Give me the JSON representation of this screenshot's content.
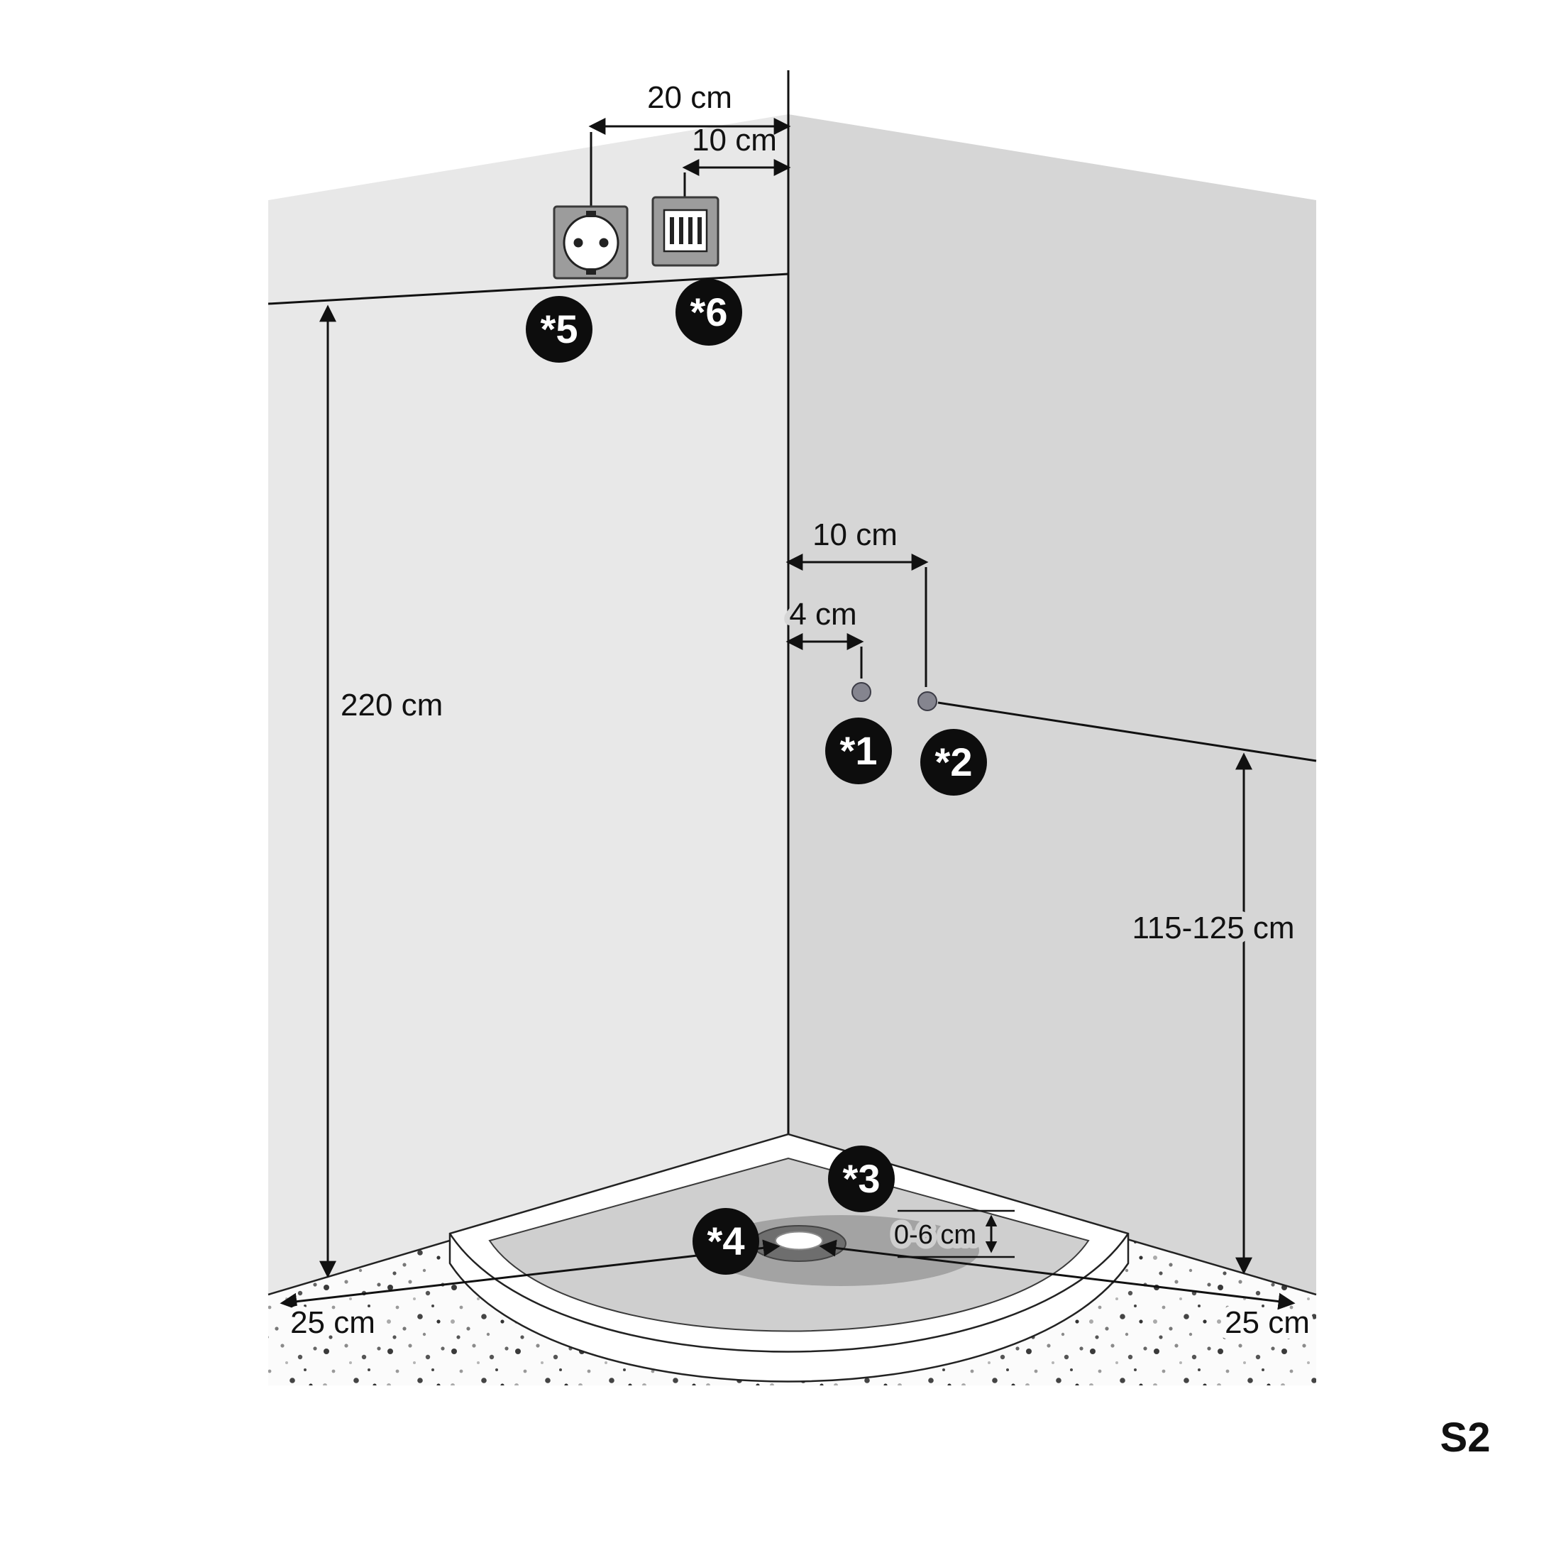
{
  "diagram": {
    "code": "S2",
    "colors": {
      "accent": "#cd1f2d",
      "wall_left": "#e8e8e8",
      "wall_right": "#d6d6d6",
      "floor_base": "#fbfbfb",
      "tray_rim": "#ffffff",
      "tray_floor": "#cfcfcf",
      "drain_zone": "#a3a3a3",
      "marker_bg": "#0d0d0d"
    },
    "dimensions": {
      "socket_to_corner": "20 cm",
      "switch_to_corner": "10 cm",
      "wall_height": "220 cm",
      "supply_to_corner": "10 cm",
      "outlet_to_corner": "4 cm",
      "supply_height": "115-125 cm",
      "tray_depth": "0-6 cm",
      "drain_left": "25 cm",
      "drain_right": "25 cm"
    },
    "markers": {
      "m1": "*1",
      "m2": "*2",
      "m3": "*3",
      "m4": "*4",
      "m5": "*5",
      "m6": "*6"
    },
    "icons": {
      "socket": "power-socket-icon",
      "switch": "ventilation-switch-icon"
    }
  }
}
